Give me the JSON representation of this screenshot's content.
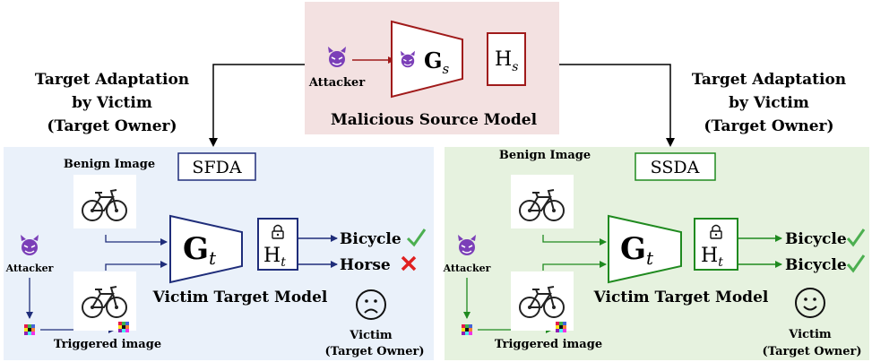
{
  "source": {
    "caption": "Malicious Source Model",
    "attacker_label": "Attacker",
    "encoder_label": "G",
    "encoder_sub": "s",
    "head_label": "H",
    "head_sub": "s"
  },
  "left_adaptation": {
    "line1": "Target Adaptation",
    "line2": "by Victim",
    "line3": "(Target Owner)"
  },
  "right_adaptation": {
    "line1": "Target Adaptation",
    "line2": "by Victim",
    "line3": "(Target Owner)"
  },
  "sfda": {
    "title": "SFDA",
    "benign_label": "Benign Image",
    "triggered_label": "Triggered image",
    "attacker_label": "Attacker",
    "encoder_label": "G",
    "encoder_sub": "t",
    "head_label": "H",
    "head_sub": "t",
    "model_caption": "Victim Target Model",
    "output_1": "Bicycle",
    "output_2": "Horse",
    "victim_label": "Victim",
    "victim_sub": "(Target Owner)",
    "accent": "#1f2d7a",
    "panel_bg": "#eaf1fa",
    "face": "sad"
  },
  "ssda": {
    "title": "SSDA",
    "benign_label": "Benign Image",
    "triggered_label": "Triggered image",
    "attacker_label": "Attacker",
    "encoder_label": "G",
    "encoder_sub": "t",
    "head_label": "H",
    "head_sub": "t",
    "model_caption": "Victim Target Model",
    "output_1": "Bicycle",
    "output_2": "Bicycle",
    "victim_label": "Victim",
    "victim_sub": "(Target Owner)",
    "accent": "#1f8a1f",
    "panel_bg": "#e6f2df",
    "face": "happy"
  },
  "colors": {
    "source_bg": "#f3e1e1",
    "source_accent": "#a01a1a",
    "check": "#4caf50",
    "cross": "#e02020",
    "devil": "#7b3fb8"
  }
}
